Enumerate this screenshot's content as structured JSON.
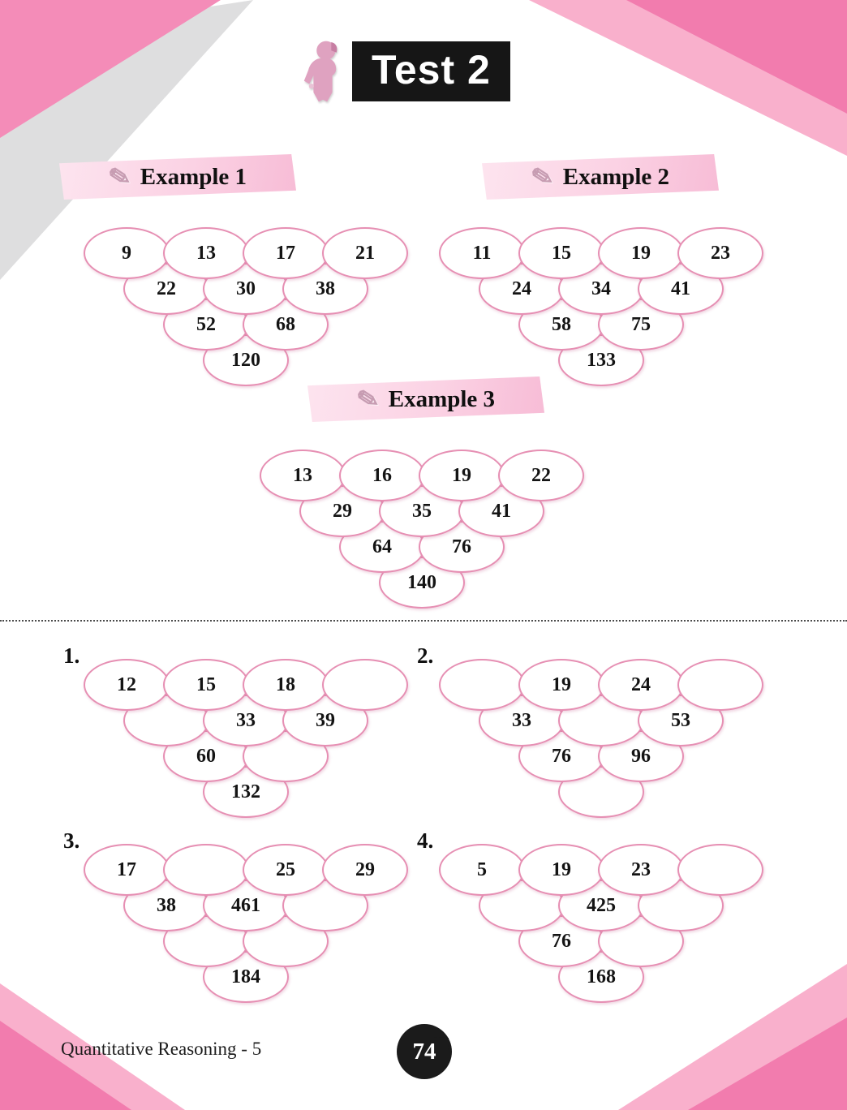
{
  "page": {
    "title": "Test 2",
    "footer_left": "Quantitative Reasoning - 5",
    "page_number": "74"
  },
  "icons": {
    "pencil": "✎"
  },
  "examples": [
    {
      "label": "Example 1",
      "rows": [
        [
          "9",
          "13",
          "17",
          "21"
        ],
        [
          "22",
          "30",
          "38"
        ],
        [
          "52",
          "68"
        ],
        [
          "120"
        ]
      ]
    },
    {
      "label": "Example 2",
      "rows": [
        [
          "11",
          "15",
          "19",
          "23"
        ],
        [
          "24",
          "34",
          "41"
        ],
        [
          "58",
          "75"
        ],
        [
          "133"
        ]
      ]
    },
    {
      "label": "Example 3",
      "rows": [
        [
          "13",
          "16",
          "19",
          "22"
        ],
        [
          "29",
          "35",
          "41"
        ],
        [
          "64",
          "76"
        ],
        [
          "140"
        ]
      ]
    }
  ],
  "exercises": [
    {
      "number": "1.",
      "rows": [
        [
          "12",
          "15",
          "18",
          ""
        ],
        [
          "",
          "33",
          "39"
        ],
        [
          "60",
          ""
        ],
        [
          "132"
        ]
      ]
    },
    {
      "number": "2.",
      "rows": [
        [
          "",
          "19",
          "24",
          ""
        ],
        [
          "33",
          "",
          "53"
        ],
        [
          "76",
          "96"
        ],
        [
          ""
        ]
      ]
    },
    {
      "number": "3.",
      "rows": [
        [
          "17",
          "",
          "25",
          "29"
        ],
        [
          "38",
          "461",
          ""
        ],
        [
          "",
          ""
        ],
        [
          "184"
        ]
      ]
    },
    {
      "number": "4.",
      "rows": [
        [
          "5",
          "19",
          "23",
          ""
        ],
        [
          "",
          "425",
          ""
        ],
        [
          "76",
          ""
        ],
        [
          "168"
        ]
      ]
    }
  ]
}
